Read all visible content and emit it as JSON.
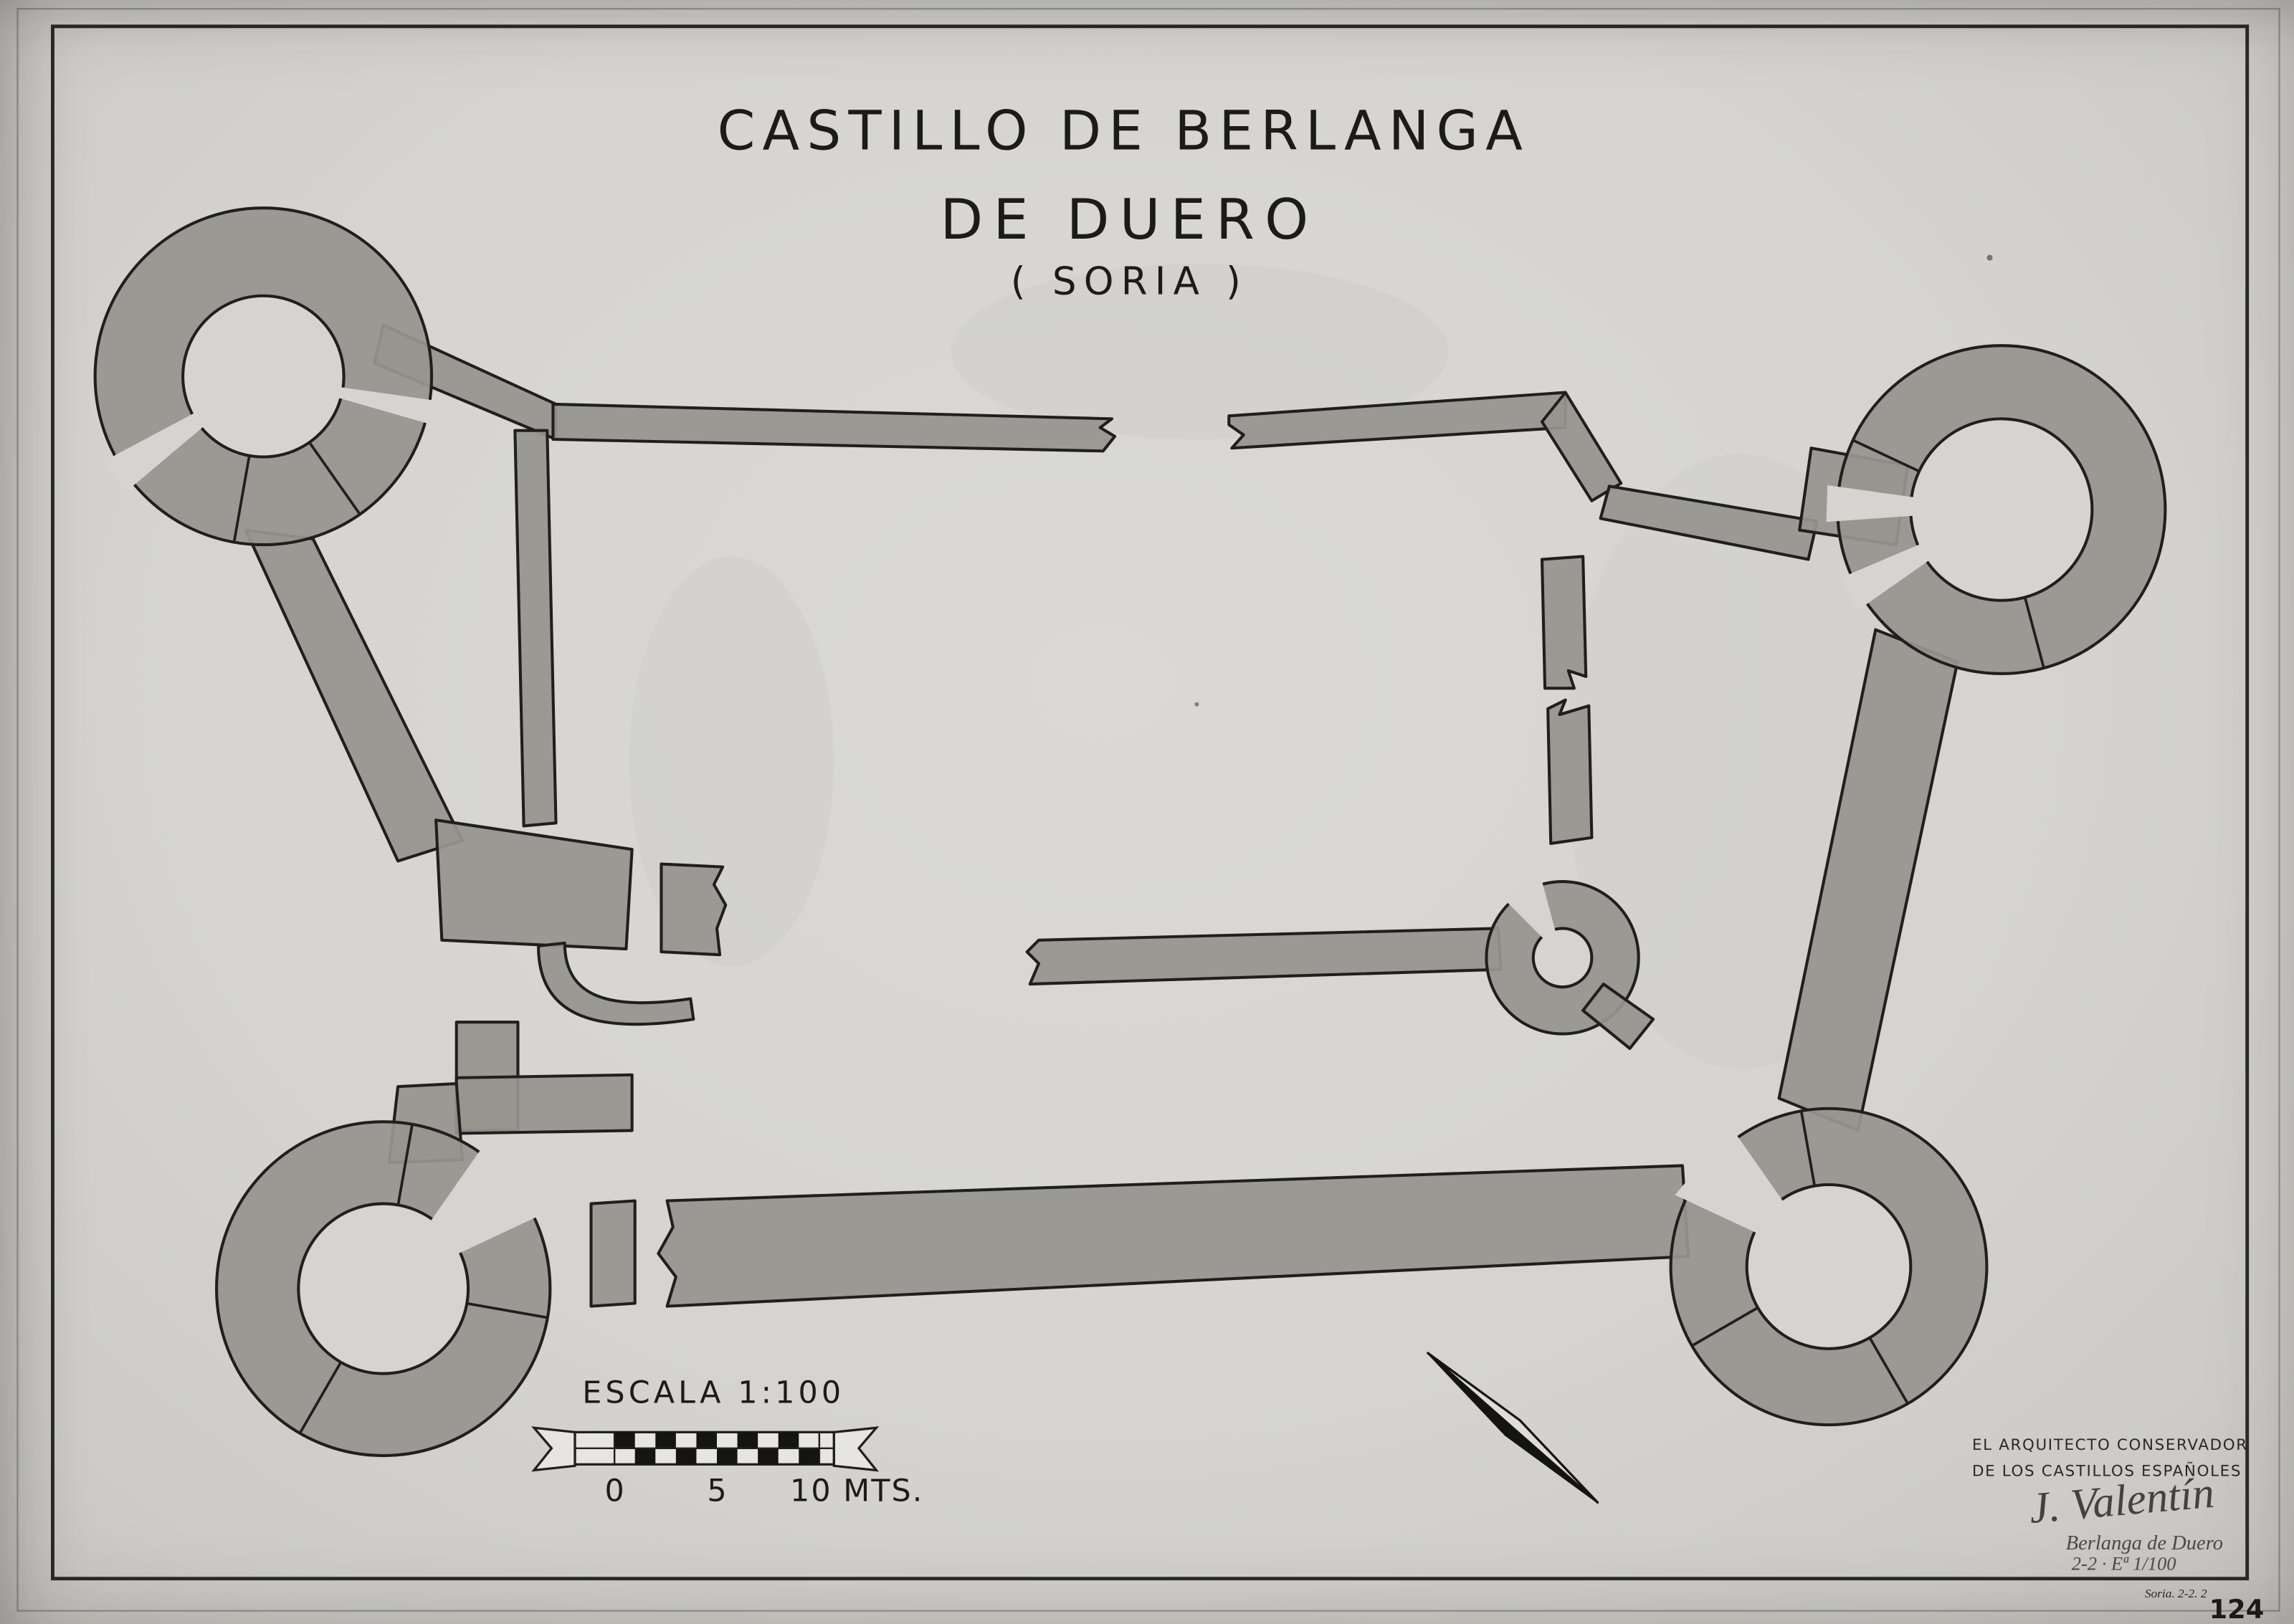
{
  "document": {
    "title_line1": "CASTILLO DE BERLANGA",
    "title_line2": "DE DUERO",
    "title_line3": "( SORIA )"
  },
  "scale": {
    "label": "ESCALA 1:100",
    "tick_0": "0",
    "tick_5": "5",
    "tick_10": "10 MTS."
  },
  "credits": {
    "role_line1": "EL ARQUITECTO CONSERVADOR",
    "role_line2": "DE LOS CASTILLOS ESPAÑOLES",
    "signature": "J. Valentín",
    "note_line1": "Berlanga de Duero",
    "note_line2": "2-2 · Eª 1/100"
  },
  "plate": {
    "number": "124",
    "note": "Soria. 2-2. 2"
  },
  "colors": {
    "paper": "#d5d4d0",
    "wall_fill": "#96948e",
    "ink": "#1f1f1d"
  }
}
